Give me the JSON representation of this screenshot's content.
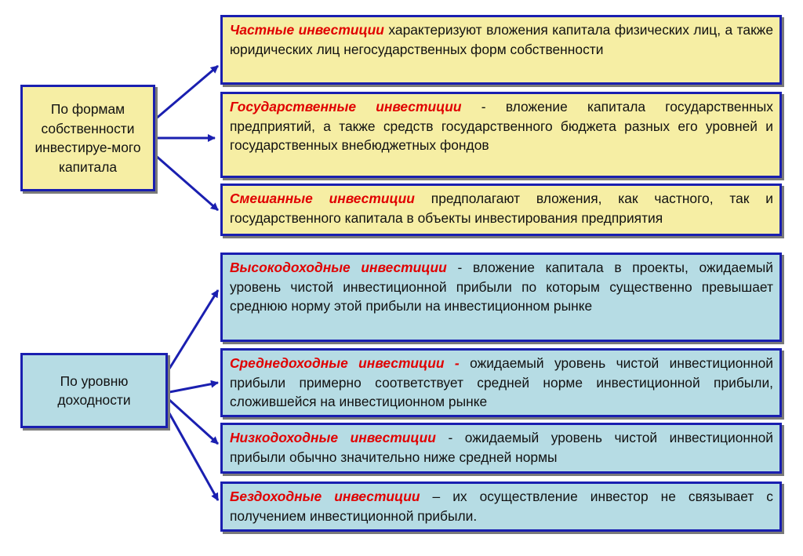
{
  "colors": {
    "border": "#1a1fb0",
    "arrow": "#1a1fb0",
    "yellow_fill": "#f6eea4",
    "blue_fill": "#b6dce4",
    "term_red": "#e00000"
  },
  "groups": [
    {
      "category": "По формам собственности инвестируе-мого капитала",
      "items": [
        {
          "term": "Частные инвестиции",
          "text": " характеризуют вложения капитала физических лиц, а также юридических лиц негосударственных форм собственности"
        },
        {
          "term": "Государственные инвестиции",
          "text": " - вложение капитала государственных предприятий, а также средств государственного бюджета разных его уровней и государственных внебюджетных фондов"
        },
        {
          "term": "Смешанные инвестиции",
          "text": " предполагают вложения, как частного, так и государственного капитала в объекты инвестирования предприятия"
        }
      ]
    },
    {
      "category": "По уровню доходности",
      "items": [
        {
          "term": "Высокодоходные инвестиции",
          "text": " - вложение капитала в проекты, ожидаемый уровень чистой инвестиционной прибыли по которым существенно превышает среднюю норму этой прибыли на инвестиционном рынке"
        },
        {
          "term": "Среднедоходные инвестиции -",
          "text": " ожидаемый уровень чистой инвестиционной прибыли примерно соответствует средней норме инвестиционной прибыли, сложившейся на инвестиционном рынке"
        },
        {
          "term": "Низкодоходные инвестиции",
          "text": " - ожидаемый уровень чистой инвестиционной прибыли обычно значительно ниже средней нормы"
        },
        {
          "term": "Бездоходные инвестиции",
          "text": " – их осуществление инвестор не связывает с получением инвестиционной прибыли."
        }
      ]
    }
  ]
}
